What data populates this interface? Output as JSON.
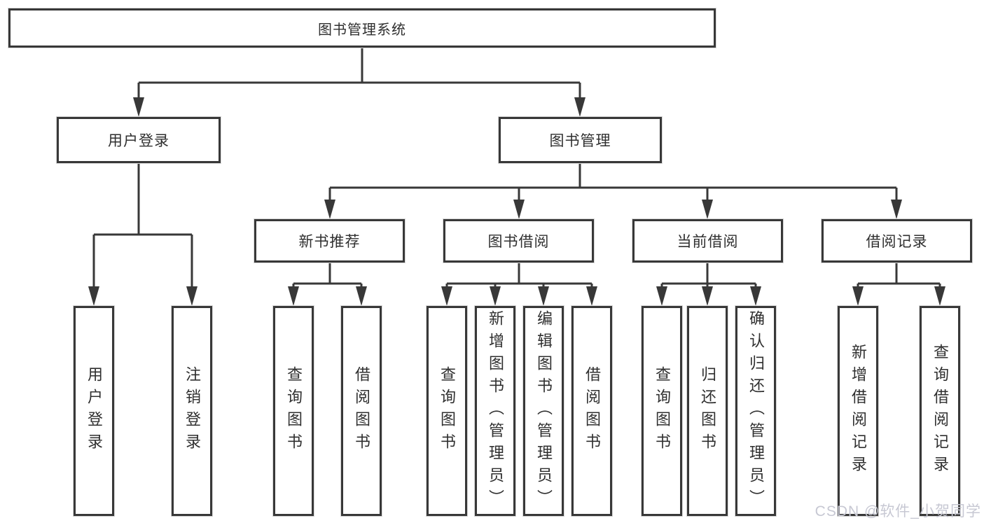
{
  "diagram": {
    "root": {
      "label": "图书管理系统"
    },
    "level2": [
      {
        "label": "用户登录"
      },
      {
        "label": "图书管理"
      }
    ],
    "level3": [
      {
        "label": "新书推荐"
      },
      {
        "label": "图书借阅"
      },
      {
        "label": "当前借阅"
      },
      {
        "label": "借阅记录"
      }
    ],
    "leaves_user": [
      {
        "label": "用户登录"
      },
      {
        "label": "注销登录"
      }
    ],
    "leaves_recommend": [
      {
        "label": "查询图书"
      },
      {
        "label": "借阅图书"
      }
    ],
    "leaves_borrow": [
      {
        "label": "查询图书"
      },
      {
        "label": "新增图书（管理员）"
      },
      {
        "label": "编辑图书（管理员）"
      },
      {
        "label": "借阅图书"
      }
    ],
    "leaves_current": [
      {
        "label": "查询图书"
      },
      {
        "label": "归还图书"
      },
      {
        "label": "确认归还（管理员）"
      }
    ],
    "leaves_record": [
      {
        "label": "新增借阅记录"
      },
      {
        "label": "查询借阅记录"
      }
    ]
  },
  "watermark": {
    "text": "CSDN @软件_小贺同学"
  },
  "colors": {
    "line": "#383838",
    "border": "#383838",
    "text": "#2f2f2f",
    "watermark": "#c7c8d3"
  }
}
